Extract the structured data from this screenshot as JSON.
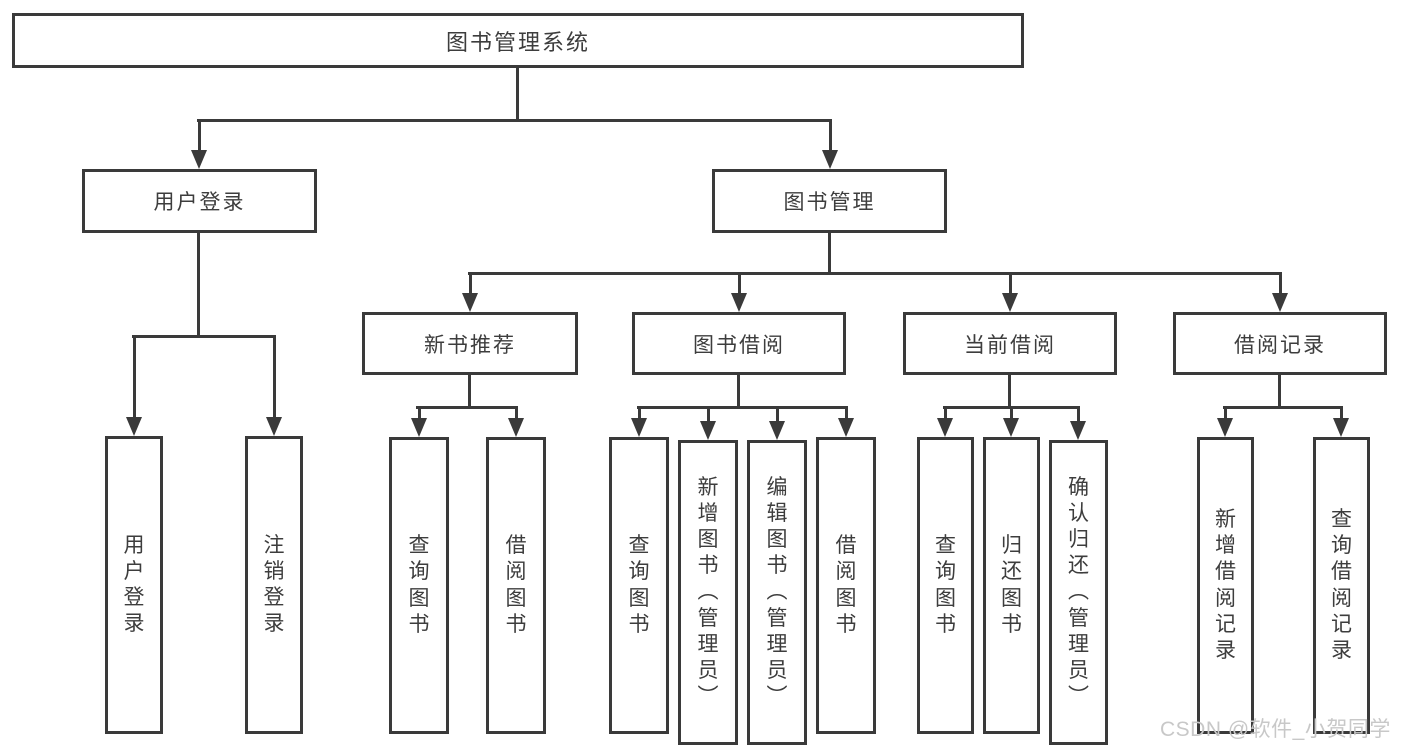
{
  "tree": {
    "label": "图书管理系统",
    "children": [
      {
        "label": "用户登录",
        "children": [
          {
            "label": "用户登录"
          },
          {
            "label": "注销登录"
          }
        ]
      },
      {
        "label": "图书管理",
        "children": [
          {
            "label": "新书推荐",
            "children": [
              {
                "label": "查询图书"
              },
              {
                "label": "借阅图书"
              }
            ]
          },
          {
            "label": "图书借阅",
            "children": [
              {
                "label": "查询图书"
              },
              {
                "label": "新增图书（管理员）"
              },
              {
                "label": "编辑图书（管理员）"
              },
              {
                "label": "借阅图书"
              }
            ]
          },
          {
            "label": "当前借阅",
            "children": [
              {
                "label": "查询图书"
              },
              {
                "label": "归还图书"
              },
              {
                "label": "确认归还（管理员）"
              }
            ]
          },
          {
            "label": "借阅记录",
            "children": [
              {
                "label": "新增借阅记录"
              },
              {
                "label": "查询借阅记录"
              }
            ]
          }
        ]
      }
    ]
  },
  "watermark": {
    "text": "CSDN @软件_小贺同学"
  },
  "colors": {
    "line": "#3a3a3a",
    "text": "#3d3d3d",
    "box_background": "#ffffff",
    "page_background": "#ffffff",
    "watermark": "#c8c8c8"
  }
}
